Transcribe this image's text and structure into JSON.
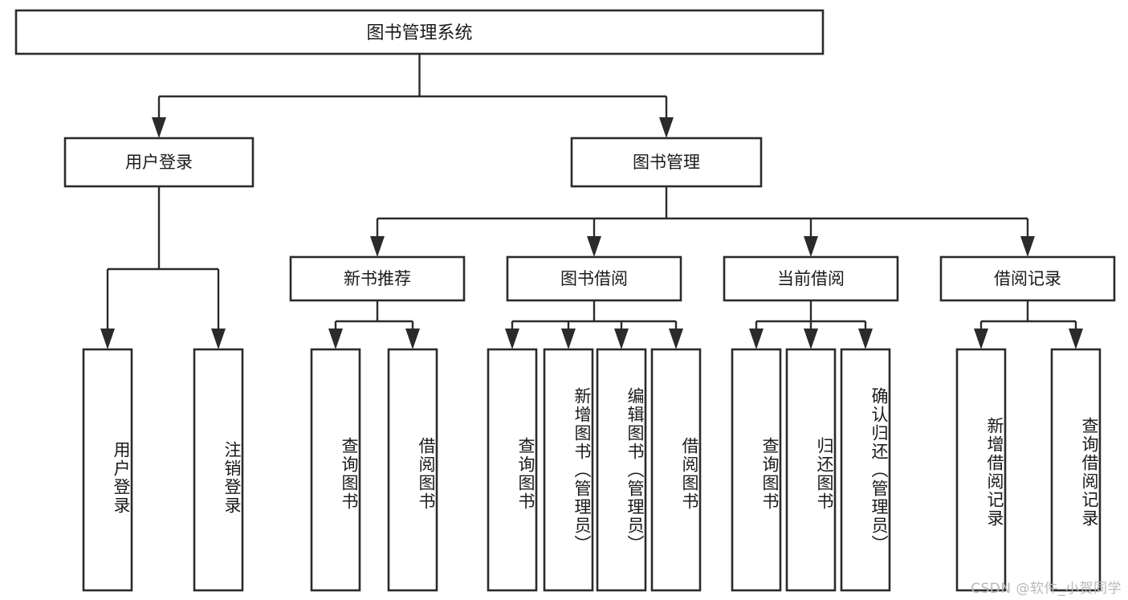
{
  "diagram": {
    "title": "图书管理系统",
    "type": "hierarchy-tree",
    "watermark": "CSDN @软件_小贺同学",
    "colors": {
      "box_stroke": "#2b2b2b",
      "box_fill": "#ffffff",
      "text": "#1a1a1a",
      "background": "#ffffff",
      "watermark": "#b8b8b8"
    },
    "root": {
      "label": "图书管理系统"
    },
    "level2": [
      {
        "label": "用户登录"
      },
      {
        "label": "图书管理"
      }
    ],
    "level3": [
      {
        "label": "新书推荐"
      },
      {
        "label": "图书借阅"
      },
      {
        "label": "当前借阅"
      },
      {
        "label": "借阅记录"
      }
    ],
    "leaves": {
      "user_login": [
        {
          "label": "用户登录"
        },
        {
          "label": "注销登录"
        }
      ],
      "new_book_recommend": [
        {
          "label": "查询图书"
        },
        {
          "label": "借阅图书"
        }
      ],
      "book_borrow": [
        {
          "label": "查询图书"
        },
        {
          "label": "新增图书（管理员）"
        },
        {
          "label": "编辑图书（管理员）"
        },
        {
          "label": "借阅图书"
        }
      ],
      "current_borrow": [
        {
          "label": "查询图书"
        },
        {
          "label": "归还图书"
        },
        {
          "label": "确认归还（管理员）"
        }
      ],
      "borrow_record": [
        {
          "label": "新增借阅记录"
        },
        {
          "label": "查询借阅记录"
        }
      ]
    }
  }
}
